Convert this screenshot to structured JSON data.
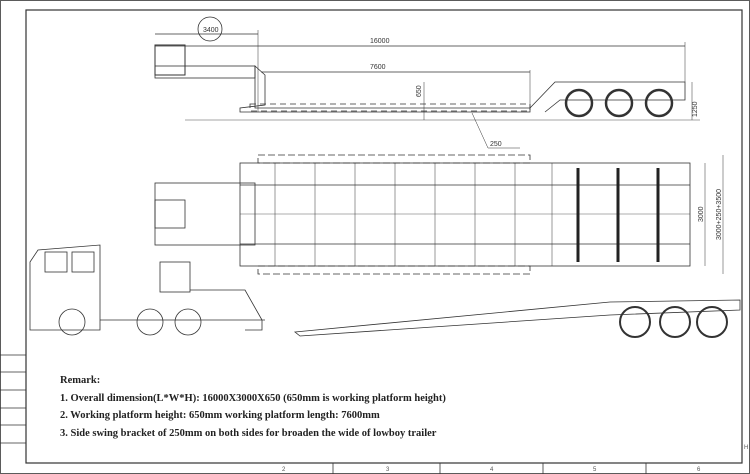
{
  "drawing": {
    "side_view_dimensions": {
      "front_overhang": "3400",
      "overall_length": "16000",
      "platform_length": "7600",
      "platform_height": "650",
      "rear_height": "1250",
      "bracket": "250"
    },
    "plan_view_dimensions": {
      "width": "3000",
      "extended_width": "3000+250+3500"
    },
    "ruler_columns": [
      "2",
      "3",
      "4",
      "5",
      "6"
    ],
    "ruler_rows": [
      "H"
    ]
  },
  "remarks": {
    "title": "Remark:",
    "items": [
      "1. Overall dimension(L*W*H): 16000X3000X650 (650mm is working platform height)",
      "2. Working platform height: 650mm working platform length: 7600mm",
      "3. Side swing bracket of 250mm on both sides for broaden the wide of lowboy trailer"
    ]
  }
}
